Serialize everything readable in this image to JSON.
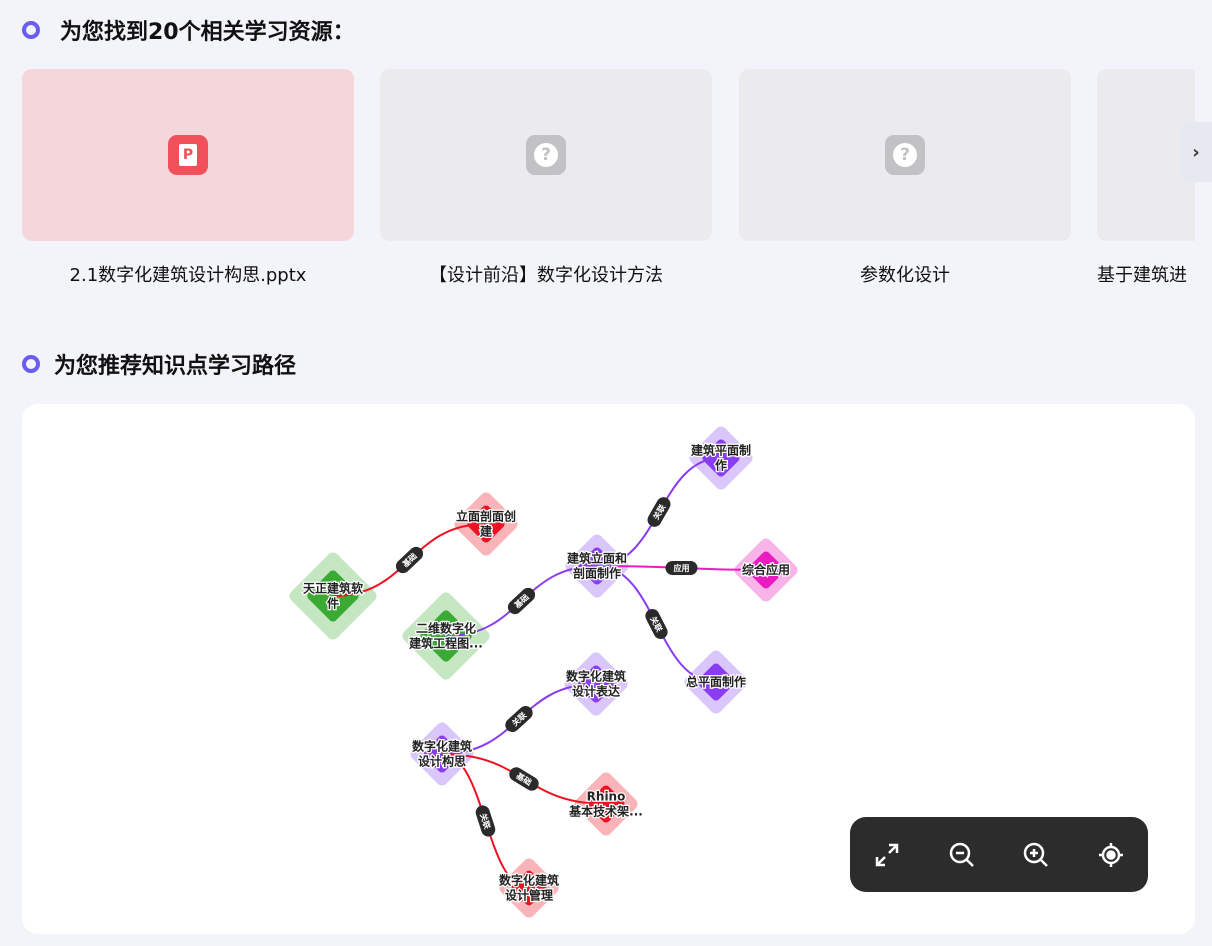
{
  "resources": {
    "title": "为您找到20个相关学习资源：",
    "items": [
      {
        "name": "2.1数字化建筑设计构思.pptx",
        "icon": "ppt-icon",
        "icon_text": "P"
      },
      {
        "name": "【设计前沿】数字化设计方法",
        "icon": "unknown-file-icon",
        "icon_text": "?"
      },
      {
        "name": "参数化设计",
        "icon": "unknown-file-icon",
        "icon_text": "?"
      },
      {
        "name": "基于建筑进",
        "icon": "unknown-file-icon",
        "icon_text": ""
      }
    ],
    "next_label": "›"
  },
  "path": {
    "title": "为您推荐知识点学习路径",
    "nodes": [
      {
        "label": "天正建筑软\n件",
        "fill": "#c4e6c0",
        "core": "#3aaa35"
      },
      {
        "label": "立面剖面创\n建",
        "fill": "#f8b4b8",
        "core": "#ee1122"
      },
      {
        "label": "二维数字化\n建筑工程图...",
        "fill": "#c4e6c0",
        "core": "#3aaa35"
      },
      {
        "label": "建筑立面和\n剖面制作",
        "fill": "#d9c6fa",
        "core": "#8a3cf0"
      },
      {
        "label": "建筑平面制\n作",
        "fill": "#d9c6fa",
        "core": "#8a3cf0"
      },
      {
        "label": "综合应用",
        "fill": "#f8b4e8",
        "core": "#e81cc0"
      },
      {
        "label": "总平面制作",
        "fill": "#d9c6fa",
        "core": "#8a3cf0"
      },
      {
        "label": "数字化建筑\n设计表达",
        "fill": "#d9c6fa",
        "core": "#8a3cf0"
      },
      {
        "label": "数字化建筑\n设计构思",
        "fill": "#d9c6fa",
        "core": "#8a3cf0"
      },
      {
        "label": "Rhino\n基本技术架...",
        "fill": "#f8b4b8",
        "core": "#ee1122"
      },
      {
        "label": "数字化建筑\n设计管理",
        "fill": "#f8b4b8",
        "core": "#ee1122"
      }
    ],
    "edges": [
      {
        "from": 0,
        "to": 1,
        "label": "基础"
      },
      {
        "from": 2,
        "to": 3,
        "label": "基础"
      },
      {
        "from": 3,
        "to": 4,
        "label": "关联"
      },
      {
        "from": 3,
        "to": 5,
        "label": "应用"
      },
      {
        "from": 3,
        "to": 6,
        "label": "关联"
      },
      {
        "from": 8,
        "to": 7,
        "label": "关联"
      },
      {
        "from": 8,
        "to": 9,
        "label": "基础"
      },
      {
        "from": 8,
        "to": 10,
        "label": "关联"
      }
    ]
  },
  "controls": [
    {
      "name": "fullscreen-button",
      "icon": "expand-icon"
    },
    {
      "name": "zoom-out-button",
      "icon": "zoom-out-icon"
    },
    {
      "name": "zoom-in-button",
      "icon": "zoom-in-icon"
    },
    {
      "name": "center-button",
      "icon": "locate-icon"
    }
  ]
}
